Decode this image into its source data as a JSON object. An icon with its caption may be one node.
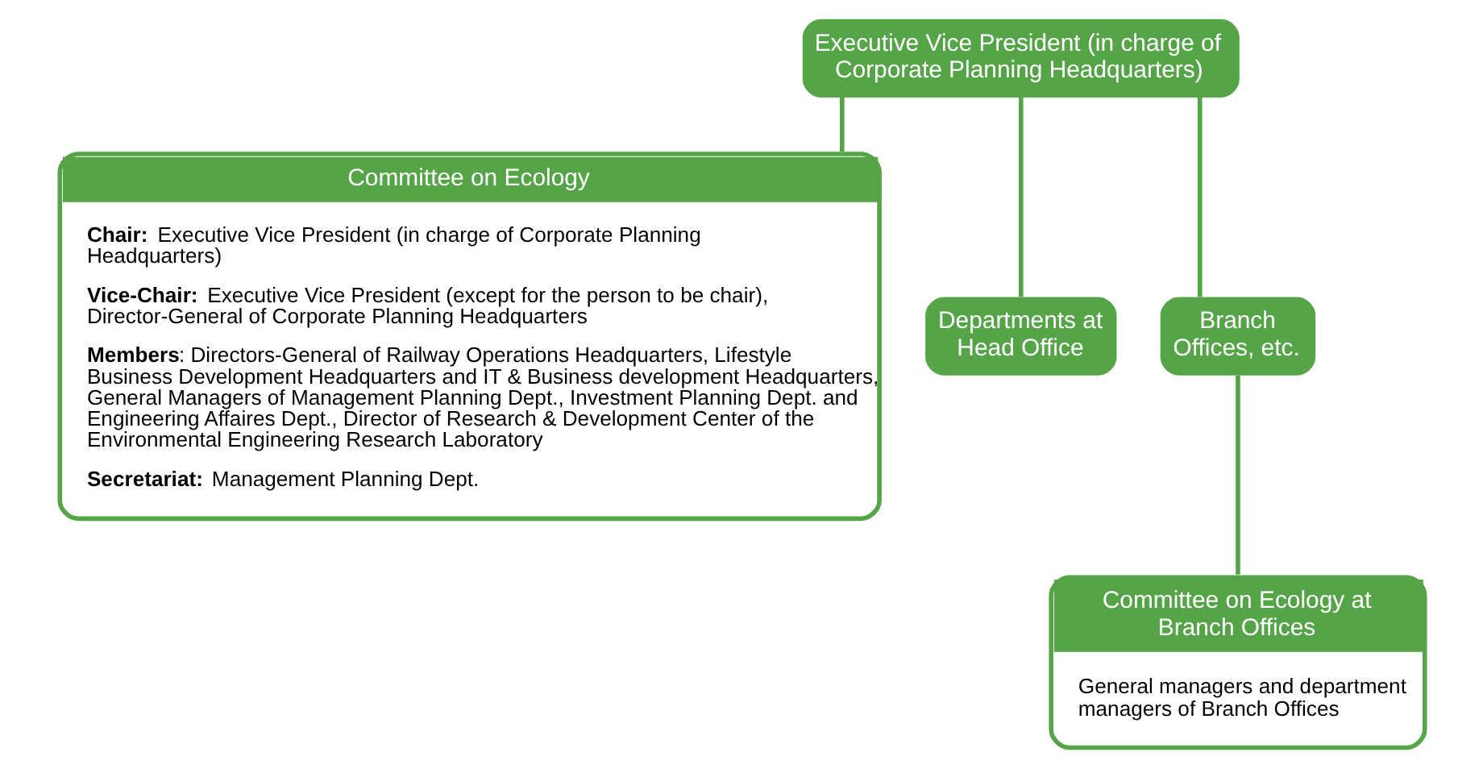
{
  "diagram": {
    "nodes": [
      {
        "text": [
          "Executive Vice President (in charge of Corporate Planning Headquarters)"
        ]
      },
      {
        "text": [
          "Committee on Ecology",
          "**Chair:** Executive Vice President (in charge of Corporate Planning Headquarters)",
          "**Vice-Chair:** Executive Vice President (except for the person to be chair), Director-General of Corporate Planning Headquarters",
          "**Members**: Directors-General of Railway Operations Headquarters, Lifestyle Business Development Headquarters and IT & Business development Headquarters, General Managers of Management Planning Dept., Investment Planning Dept. and Engineering Affaires Dept., Director of Research & Development Center of the Environmental Engineering Research Laboratory",
          "**Secretariat:** Management Planning Dept."
        ]
      },
      {
        "text": [
          "Departments at Head Office"
        ]
      },
      {
        "text": [
          "Branch Offices, etc."
        ]
      },
      {
        "text": [
          "Committee on Ecology at Branch Offices",
          "General managers and department managers of Branch Offices"
        ]
      }
    ],
    "edges": [
      {
        "from": 0,
        "to": 1,
        "arrow": "none"
      },
      {
        "from": 0,
        "to": 2,
        "arrow": "none"
      },
      {
        "from": 0,
        "to": 3,
        "arrow": "none"
      },
      {
        "from": 3,
        "to": 4,
        "arrow": "none"
      }
    ]
  }
}
